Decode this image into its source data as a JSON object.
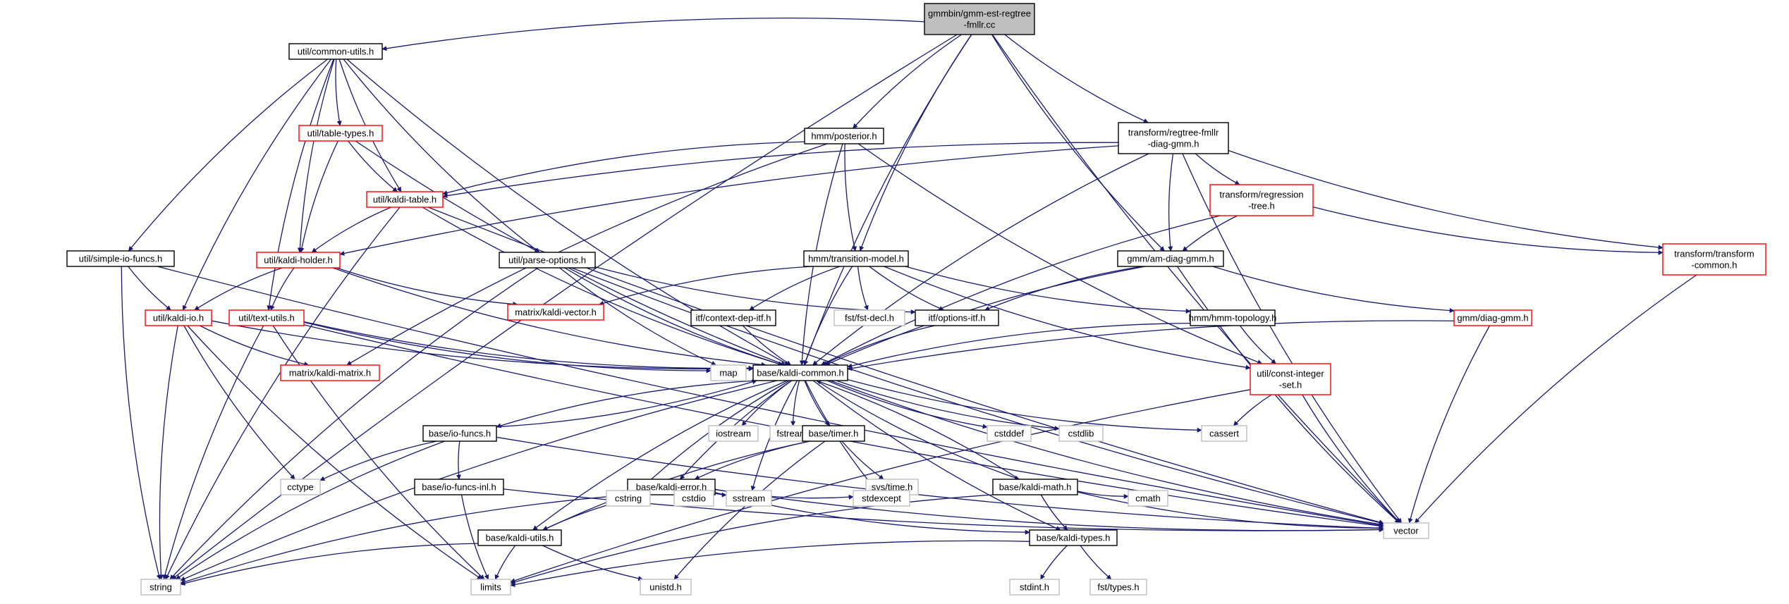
{
  "colors": {
    "edge": "#191970",
    "root_fill": "#bfbfbf",
    "border_documented": "#000000",
    "border_truncated": "#ff0000",
    "border_external": "#bfbfbf",
    "node_fill": "#ffffff"
  },
  "nodes": [
    {
      "id": "root",
      "lines": [
        "gmmbin/gmm-est-regtree",
        "-fmllr.cc"
      ],
      "kind": "root"
    },
    {
      "id": "common_utils",
      "lines": [
        "util/common-utils.h"
      ],
      "kind": "documented"
    },
    {
      "id": "posterior",
      "lines": [
        "hmm/posterior.h"
      ],
      "kind": "documented"
    },
    {
      "id": "regtree_fmllr",
      "lines": [
        "transform/regtree-fmllr",
        "-diag-gmm.h"
      ],
      "kind": "documented"
    },
    {
      "id": "table_types",
      "lines": [
        "util/table-types.h"
      ],
      "kind": "truncated"
    },
    {
      "id": "kaldi_table",
      "lines": [
        "util/kaldi-table.h"
      ],
      "kind": "truncated"
    },
    {
      "id": "regression_tree",
      "lines": [
        "transform/regression",
        "-tree.h"
      ],
      "kind": "truncated"
    },
    {
      "id": "transform_common",
      "lines": [
        "transform/transform",
        "-common.h"
      ],
      "kind": "truncated"
    },
    {
      "id": "simple_io",
      "lines": [
        "util/simple-io-funcs.h"
      ],
      "kind": "documented"
    },
    {
      "id": "kaldi_holder",
      "lines": [
        "util/kaldi-holder.h"
      ],
      "kind": "truncated"
    },
    {
      "id": "parse_options",
      "lines": [
        "util/parse-options.h"
      ],
      "kind": "documented"
    },
    {
      "id": "transition_model",
      "lines": [
        "hmm/transition-model.h"
      ],
      "kind": "documented"
    },
    {
      "id": "am_diag_gmm",
      "lines": [
        "gmm/am-diag-gmm.h"
      ],
      "kind": "documented"
    },
    {
      "id": "diag_gmm",
      "lines": [
        "gmm/diag-gmm.h"
      ],
      "kind": "truncated"
    },
    {
      "id": "kaldi_io",
      "lines": [
        "util/kaldi-io.h"
      ],
      "kind": "truncated"
    },
    {
      "id": "text_utils",
      "lines": [
        "util/text-utils.h"
      ],
      "kind": "truncated"
    },
    {
      "id": "kaldi_vector",
      "lines": [
        "matrix/kaldi-vector.h"
      ],
      "kind": "truncated"
    },
    {
      "id": "context_dep_itf",
      "lines": [
        "itf/context-dep-itf.h"
      ],
      "kind": "documented"
    },
    {
      "id": "fst_decl",
      "lines": [
        "fst/fst-decl.h"
      ],
      "kind": "external"
    },
    {
      "id": "options_itf",
      "lines": [
        "itf/options-itf.h"
      ],
      "kind": "documented"
    },
    {
      "id": "hmm_topology",
      "lines": [
        "hmm/hmm-topology.h"
      ],
      "kind": "documented"
    },
    {
      "id": "const_integer_set",
      "lines": [
        "util/const-integer",
        "-set.h"
      ],
      "kind": "truncated"
    },
    {
      "id": "kaldi_matrix",
      "lines": [
        "matrix/kaldi-matrix.h"
      ],
      "kind": "truncated"
    },
    {
      "id": "map",
      "lines": [
        "map"
      ],
      "kind": "external"
    },
    {
      "id": "kaldi_common",
      "lines": [
        "base/kaldi-common.h"
      ],
      "kind": "documented"
    },
    {
      "id": "io_funcs",
      "lines": [
        "base/io-funcs.h"
      ],
      "kind": "documented"
    },
    {
      "id": "iostream",
      "lines": [
        "iostream"
      ],
      "kind": "external"
    },
    {
      "id": "fstream",
      "lines": [
        "fstream"
      ],
      "kind": "external"
    },
    {
      "id": "timer",
      "lines": [
        "base/timer.h"
      ],
      "kind": "documented"
    },
    {
      "id": "cstddef",
      "lines": [
        "cstddef"
      ],
      "kind": "external"
    },
    {
      "id": "cstdlib",
      "lines": [
        "cstdlib"
      ],
      "kind": "external"
    },
    {
      "id": "cassert",
      "lines": [
        "cassert"
      ],
      "kind": "external"
    },
    {
      "id": "cctype",
      "lines": [
        "cctype"
      ],
      "kind": "external"
    },
    {
      "id": "io_funcs_inl",
      "lines": [
        "base/io-funcs-inl.h"
      ],
      "kind": "documented"
    },
    {
      "id": "kaldi_error",
      "lines": [
        "base/kaldi-error.h"
      ],
      "kind": "documented"
    },
    {
      "id": "sys_time",
      "lines": [
        "sys/time.h"
      ],
      "kind": "external"
    },
    {
      "id": "kaldi_math",
      "lines": [
        "base/kaldi-math.h"
      ],
      "kind": "documented"
    },
    {
      "id": "cstring",
      "lines": [
        "cstring"
      ],
      "kind": "external"
    },
    {
      "id": "cstdio",
      "lines": [
        "cstdio"
      ],
      "kind": "external"
    },
    {
      "id": "sstream",
      "lines": [
        "sstream"
      ],
      "kind": "external"
    },
    {
      "id": "stdexcept",
      "lines": [
        "stdexcept"
      ],
      "kind": "external"
    },
    {
      "id": "cmath",
      "lines": [
        "cmath"
      ],
      "kind": "external"
    },
    {
      "id": "vector",
      "lines": [
        "vector"
      ],
      "kind": "external"
    },
    {
      "id": "kaldi_utils",
      "lines": [
        "base/kaldi-utils.h"
      ],
      "kind": "documented"
    },
    {
      "id": "kaldi_types",
      "lines": [
        "base/kaldi-types.h"
      ],
      "kind": "documented"
    },
    {
      "id": "string",
      "lines": [
        "string"
      ],
      "kind": "external"
    },
    {
      "id": "limits",
      "lines": [
        "limits"
      ],
      "kind": "external"
    },
    {
      "id": "unistd",
      "lines": [
        "unistd.h"
      ],
      "kind": "external"
    },
    {
      "id": "stdint",
      "lines": [
        "stdint.h"
      ],
      "kind": "external"
    },
    {
      "id": "fst_types",
      "lines": [
        "fst/types.h"
      ],
      "kind": "external"
    }
  ],
  "edges": [
    [
      "root",
      "string"
    ],
    [
      "root",
      "common_utils"
    ],
    [
      "root",
      "posterior"
    ],
    [
      "root",
      "transition_model"
    ],
    [
      "root",
      "kaldi_common"
    ],
    [
      "root",
      "am_diag_gmm"
    ],
    [
      "root",
      "regtree_fmllr"
    ],
    [
      "root",
      "vector"
    ],
    [
      "common_utils",
      "simple_io"
    ],
    [
      "common_utils",
      "kaldi_io"
    ],
    [
      "common_utils",
      "kaldi_holder"
    ],
    [
      "common_utils",
      "text_utils"
    ],
    [
      "common_utils",
      "table_types"
    ],
    [
      "common_utils",
      "kaldi_table"
    ],
    [
      "common_utils",
      "parse_options"
    ],
    [
      "common_utils",
      "kaldi_common"
    ],
    [
      "table_types",
      "kaldi_table"
    ],
    [
      "table_types",
      "kaldi_holder"
    ],
    [
      "table_types",
      "kaldi_common"
    ],
    [
      "kaldi_table",
      "string"
    ],
    [
      "kaldi_table",
      "kaldi_holder"
    ],
    [
      "kaldi_table",
      "kaldi_common"
    ],
    [
      "kaldi_table",
      "vector"
    ],
    [
      "kaldi_holder",
      "kaldi_io"
    ],
    [
      "kaldi_holder",
      "text_utils"
    ],
    [
      "kaldi_holder",
      "kaldi_vector"
    ],
    [
      "kaldi_holder",
      "kaldi_common"
    ],
    [
      "simple_io",
      "kaldi_io"
    ],
    [
      "simple_io",
      "string"
    ],
    [
      "simple_io",
      "vector"
    ],
    [
      "kaldi_io",
      "kaldi_matrix"
    ],
    [
      "kaldi_io",
      "cctype"
    ],
    [
      "kaldi_io",
      "string"
    ],
    [
      "kaldi_io",
      "limits"
    ],
    [
      "kaldi_io",
      "kaldi_common"
    ],
    [
      "text_utils",
      "string"
    ],
    [
      "text_utils",
      "limits"
    ],
    [
      "text_utils",
      "map"
    ],
    [
      "text_utils",
      "kaldi_common"
    ],
    [
      "text_utils",
      "vector"
    ],
    [
      "parse_options",
      "string"
    ],
    [
      "parse_options",
      "map"
    ],
    [
      "parse_options",
      "kaldi_common"
    ],
    [
      "parse_options",
      "options_itf"
    ],
    [
      "parse_options",
      "vector"
    ],
    [
      "posterior",
      "kaldi_table"
    ],
    [
      "posterior",
      "transition_model"
    ],
    [
      "posterior",
      "kaldi_common"
    ],
    [
      "posterior",
      "kaldi_matrix"
    ],
    [
      "posterior",
      "const_integer_set"
    ],
    [
      "transition_model",
      "kaldi_vector"
    ],
    [
      "transition_model",
      "context_dep_itf"
    ],
    [
      "transition_model",
      "fst_decl"
    ],
    [
      "transition_model",
      "options_itf"
    ],
    [
      "transition_model",
      "hmm_topology"
    ],
    [
      "transition_model",
      "kaldi_common"
    ],
    [
      "transition_model",
      "const_integer_set"
    ],
    [
      "regtree_fmllr",
      "kaldi_table"
    ],
    [
      "regtree_fmllr",
      "kaldi_holder"
    ],
    [
      "regtree_fmllr",
      "regression_tree"
    ],
    [
      "regtree_fmllr",
      "am_diag_gmm"
    ],
    [
      "regtree_fmllr",
      "transform_common"
    ],
    [
      "regtree_fmllr",
      "kaldi_common"
    ],
    [
      "regtree_fmllr",
      "vector"
    ],
    [
      "regression_tree",
      "am_diag_gmm"
    ],
    [
      "regression_tree",
      "transform_common"
    ],
    [
      "regression_tree",
      "kaldi_common"
    ],
    [
      "am_diag_gmm",
      "diag_gmm"
    ],
    [
      "am_diag_gmm",
      "options_itf"
    ],
    [
      "am_diag_gmm",
      "kaldi_common"
    ],
    [
      "am_diag_gmm",
      "vector"
    ],
    [
      "diag_gmm",
      "kaldi_common"
    ],
    [
      "diag_gmm",
      "vector"
    ],
    [
      "transform_common",
      "vector"
    ],
    [
      "context_dep_itf",
      "kaldi_common"
    ],
    [
      "options_itf",
      "kaldi_common"
    ],
    [
      "hmm_topology",
      "kaldi_common"
    ],
    [
      "hmm_topology",
      "const_integer_set"
    ],
    [
      "const_integer_set",
      "cassert"
    ],
    [
      "const_integer_set",
      "vector"
    ],
    [
      "const_integer_set",
      "limits"
    ],
    [
      "kaldi_common",
      "io_funcs"
    ],
    [
      "kaldi_common",
      "iostream"
    ],
    [
      "kaldi_common",
      "fstream"
    ],
    [
      "kaldi_common",
      "timer"
    ],
    [
      "kaldi_common",
      "cstddef"
    ],
    [
      "kaldi_common",
      "cstdlib"
    ],
    [
      "kaldi_common",
      "cassert"
    ],
    [
      "kaldi_common",
      "string"
    ],
    [
      "kaldi_common",
      "kaldi_utils"
    ],
    [
      "kaldi_common",
      "kaldi_error"
    ],
    [
      "kaldi_common",
      "cstring"
    ],
    [
      "kaldi_common",
      "sstream"
    ],
    [
      "kaldi_common",
      "stdexcept"
    ],
    [
      "kaldi_common",
      "kaldi_math"
    ],
    [
      "kaldi_common",
      "vector"
    ],
    [
      "kaldi_common",
      "kaldi_types"
    ],
    [
      "io_funcs",
      "kaldi_common"
    ],
    [
      "io_funcs",
      "cctype"
    ],
    [
      "io_funcs",
      "io_funcs_inl"
    ],
    [
      "io_funcs",
      "string"
    ],
    [
      "io_funcs",
      "vector"
    ],
    [
      "io_funcs_inl",
      "limits"
    ],
    [
      "io_funcs_inl",
      "vector"
    ],
    [
      "timer",
      "sys_time"
    ],
    [
      "timer",
      "kaldi_error"
    ],
    [
      "timer",
      "kaldi_utils"
    ],
    [
      "timer",
      "unistd"
    ],
    [
      "kaldi_error",
      "kaldi_utils"
    ],
    [
      "kaldi_error",
      "kaldi_types"
    ],
    [
      "kaldi_error",
      "cstring"
    ],
    [
      "kaldi_error",
      "cstdio"
    ],
    [
      "kaldi_error",
      "sstream"
    ],
    [
      "kaldi_error",
      "stdexcept"
    ],
    [
      "kaldi_error",
      "string"
    ],
    [
      "kaldi_error",
      "vector"
    ],
    [
      "kaldi_math",
      "kaldi_common"
    ],
    [
      "kaldi_math",
      "kaldi_types"
    ],
    [
      "kaldi_math",
      "cmath"
    ],
    [
      "kaldi_math",
      "limits"
    ],
    [
      "kaldi_math",
      "vector"
    ],
    [
      "kaldi_utils",
      "string"
    ],
    [
      "kaldi_utils",
      "limits"
    ],
    [
      "kaldi_utils",
      "unistd"
    ],
    [
      "kaldi_types",
      "stdint"
    ],
    [
      "kaldi_types",
      "fst_types"
    ],
    [
      "kaldi_types",
      "limits"
    ]
  ]
}
